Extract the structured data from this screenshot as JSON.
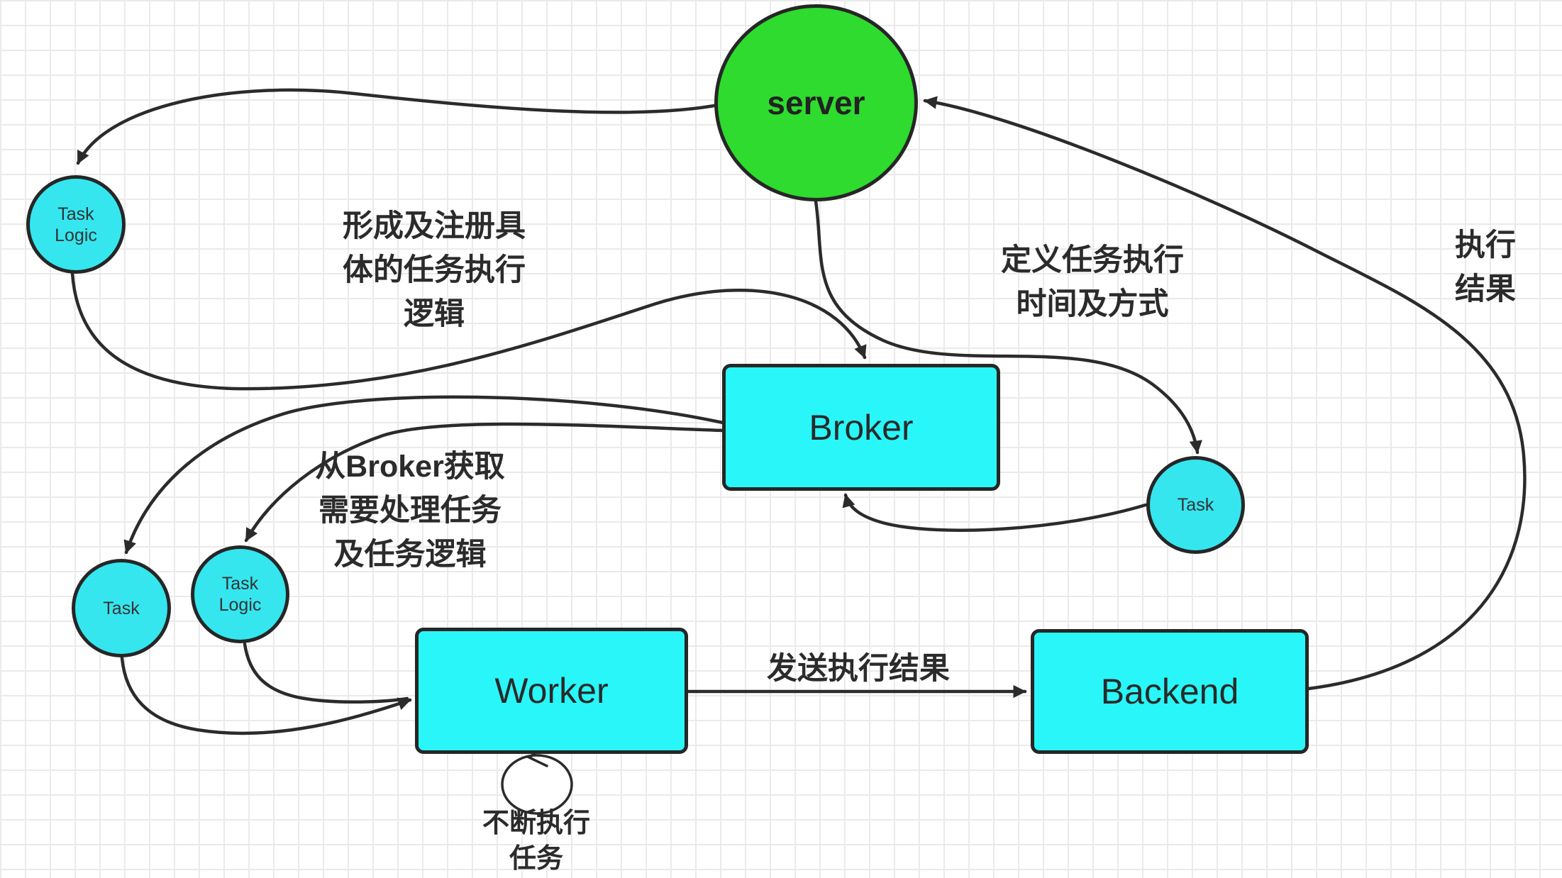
{
  "diagram": {
    "title": "Celery task queue architecture diagram",
    "nodes": {
      "server": {
        "label": "server"
      },
      "task_logic_top": {
        "label": "Task\nLogic"
      },
      "broker": {
        "label": "Broker"
      },
      "task_right": {
        "label": "Task"
      },
      "task_left": {
        "label": "Task"
      },
      "task_logic_left": {
        "label": "Task\nLogic"
      },
      "worker": {
        "label": "Worker"
      },
      "backend": {
        "label": "Backend"
      }
    },
    "edge_labels": {
      "register_logic": "形成及注册具\n体的任务执行\n逻辑",
      "define_schedule": "定义任务执行\n时间及方式",
      "execution_result": "执行结果",
      "fetch_from_broker": "从Broker获取\n需要处理任务\n及任务逻辑",
      "send_result": "发送执行结果",
      "loop_tasks": "不断执行\n任务"
    },
    "colors": {
      "server_fill": "#2edb2e",
      "node_fill": "#35e6ef",
      "box_fill": "#29f6f8",
      "stroke": "#2b2b2b",
      "grid_line": "#eaeaea"
    }
  }
}
